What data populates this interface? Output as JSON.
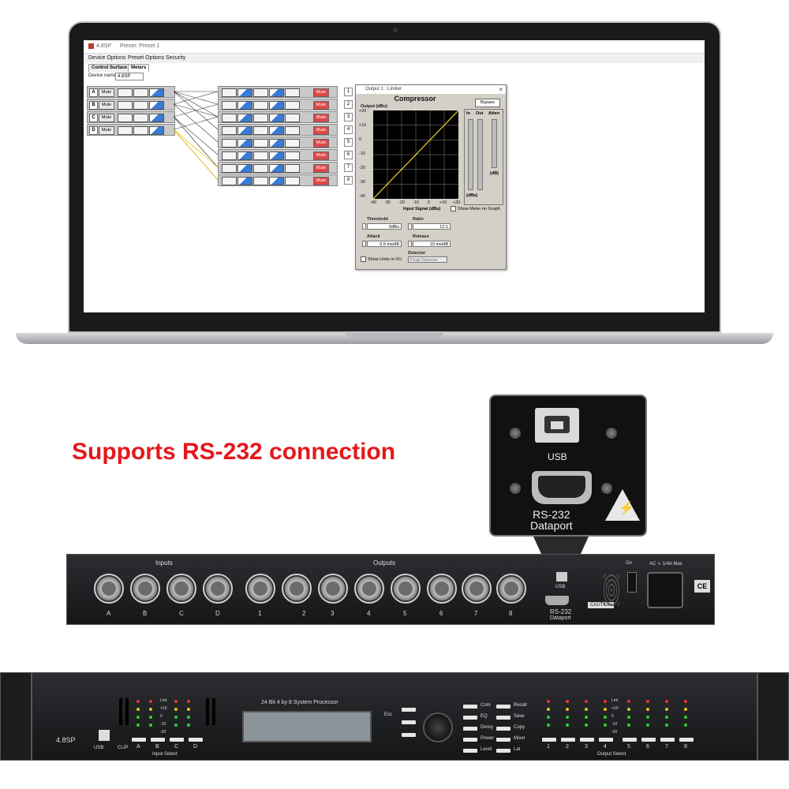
{
  "software": {
    "titlebar": {
      "app": "4.8SP",
      "preset": "Preset: Preset 1"
    },
    "menu": [
      "Device Options",
      "Preset Options",
      "Security"
    ],
    "tabs": [
      "Control Surface",
      "Meters"
    ],
    "device_name_label": "Device name:",
    "device_name_value": "4.8SP",
    "inputs": [
      "A",
      "B",
      "C",
      "D"
    ],
    "mute_label": "Mute",
    "outputs": [
      "1",
      "2",
      "3",
      "4",
      "5",
      "6",
      "7",
      "8"
    ],
    "dialog": {
      "title": "Output 1 : Limiter",
      "heading": "Compressor",
      "bypass": "Bypass",
      "y_axis_title": "Output (dBu)",
      "y_ticks": [
        "+20",
        "+10",
        "0",
        "-10",
        "-20",
        "-30",
        "-40"
      ],
      "x_ticks": [
        "-40",
        "-30",
        "-20",
        "-10",
        "0",
        "+10",
        "+20"
      ],
      "x_axis_title": "Input Signal (dBu)",
      "show_meter": "Show Meter on Graph",
      "meter_in": "In",
      "meter_out": "Out",
      "meter_atten": "Atten",
      "meter_unit_dbu": "(dBu)",
      "meter_unit_db": "(dB)",
      "threshold_label": "Threshold",
      "threshold_value": "0dBu",
      "ratio_label": "Ratio",
      "ratio_value": "12:1",
      "attack_label": "Attack",
      "attack_value": "0.5 ms/dB",
      "release_label": "Release",
      "release_value": "10 ms/dB",
      "detector_label": "Detector",
      "detector_value": "Peak Detector",
      "show_units": "Show Units in VU"
    }
  },
  "caption": "Supports RS-232 connection",
  "callout": {
    "usb": "USB",
    "rs232": "RS-232",
    "dataport": "Dataport"
  },
  "rear_panel": {
    "inputs_label": "Inputs",
    "outputs_label": "Outputs",
    "input_letters": [
      "A",
      "B",
      "C",
      "D"
    ],
    "output_numbers": [
      "1",
      "2",
      "3",
      "4",
      "5",
      "6",
      "7",
      "8"
    ],
    "usb": "USB",
    "rs232": "RS-232",
    "dataport": "Dataport",
    "on": "On",
    "ac": "AC ∿ 1/4A Max",
    "caution": "CAUTION",
    "ce": "CE"
  },
  "front_panel": {
    "model": "4.8SP",
    "title": "24 Bit    4 by 8 System Processor",
    "meter_scale": [
      "Lmt",
      "+10",
      "0",
      "-10",
      "-20"
    ],
    "esc": "Esc",
    "left_buttons": [
      "Com",
      "EQ",
      "Divisy",
      "Power",
      "Level"
    ],
    "right_buttons": [
      "Recall",
      "Save",
      "Copy",
      "Mixer",
      "Lat"
    ],
    "input_select_letters": [
      "A",
      "B",
      "C",
      "D"
    ],
    "input_select": "Input Select",
    "output_select_numbers": [
      "1",
      "2",
      "3",
      "4",
      "5",
      "6",
      "7",
      "8"
    ],
    "output_select": "Output Select",
    "usb": "USB",
    "clip": "CLIP"
  },
  "colors": {
    "caption": "#e4181c",
    "mute_active": "#e04848",
    "graph_line": "#f0d020"
  }
}
